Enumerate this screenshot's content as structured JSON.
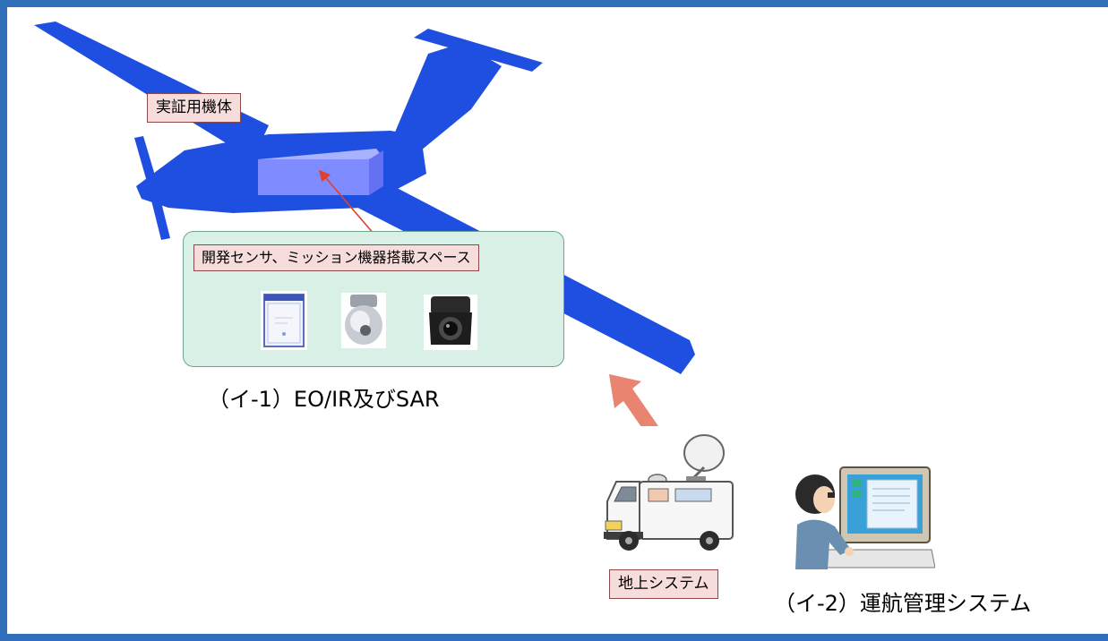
{
  "aircraft": {
    "label": "実証用機体"
  },
  "payload": {
    "label": "開発センサ、ミッション機器搭載スペース",
    "devices": [
      "sar-unit",
      "dome-camera",
      "eo-ir-camera"
    ]
  },
  "ground": {
    "label": "地上システム"
  },
  "captions": {
    "sensors": "（イ-1）EO/IR及びSAR",
    "operations": "（イ-2）運航管理システム"
  },
  "colors": {
    "frame": "#2f6fba",
    "aircraft": "#1f4fe0",
    "payload_box": "#7f8cff",
    "label_fill": "#f7dcdc",
    "panel_fill": "#d8f0e6",
    "link_arrow": "#e98470"
  }
}
